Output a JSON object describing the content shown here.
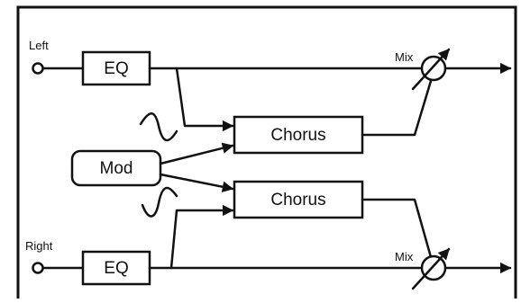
{
  "inputs": {
    "left_label": "Left",
    "right_label": "Right"
  },
  "blocks": {
    "eq_top": "EQ",
    "eq_bottom": "EQ",
    "chorus_top": "Chorus",
    "chorus_bottom": "Chorus",
    "mod": "Mod"
  },
  "mixers": {
    "top_label": "Mix",
    "bottom_label": "Mix"
  },
  "colors": {
    "line": "#111111",
    "background": "#ffffff"
  }
}
